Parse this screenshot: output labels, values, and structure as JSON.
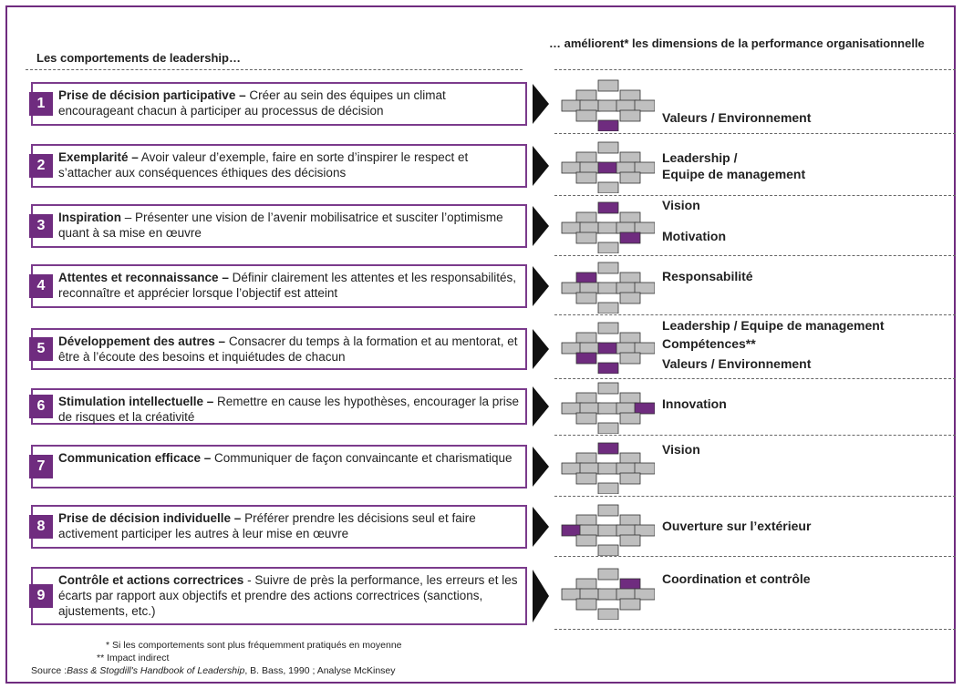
{
  "header": {
    "left_title": "Les comportements de leadership…",
    "right_title": "… améliorent* les dimensions de la performance organisationnelle"
  },
  "colors": {
    "accent": "#6f2c7f",
    "box": "#bfbfbf"
  },
  "behaviors": [
    {
      "number": "1",
      "title": "Prise de décision participative –",
      "desc": " Créer au sein des équipes un climat encourageant chacun à participer au processus de décision",
      "dimensions": [
        "Valeurs / Environnement"
      ],
      "highlight": [
        "bottom-center"
      ]
    },
    {
      "number": "2",
      "title": "Exemplarité –",
      "desc": " Avoir valeur d’exemple, faire en sorte d’inspirer le respect et s’attacher aux conséquences éthiques des décisions",
      "dimensions": [
        "Leadership /",
        "Equipe de management"
      ],
      "highlight": [
        "center"
      ]
    },
    {
      "number": "3",
      "title": "Inspiration",
      "desc": " – Présenter une vision de l’avenir mobilisatrice et susciter l’optimisme quant à sa mise en œuvre",
      "dimensions": [
        "Vision",
        "Motivation"
      ],
      "highlight": [
        "top",
        "bottom-right"
      ]
    },
    {
      "number": "4",
      "title": "Attentes et reconnaissance –",
      "desc": " Définir clairement les attentes et les responsabilités, reconnaître et apprécier lorsque l’objectif est atteint",
      "dimensions": [
        "Responsabilité"
      ],
      "highlight": [
        "top-left"
      ]
    },
    {
      "number": "5",
      "title": "Développement des autres –",
      "desc": " Consacrer du temps à la formation et au mentorat, et être à l’écoute des besoins et inquiétudes de chacun",
      "dimensions": [
        "Leadership / Equipe de management",
        "Compétences**",
        "Valeurs / Environnement"
      ],
      "highlight": [
        "center",
        "bottom-left",
        "bottom-center"
      ]
    },
    {
      "number": "6",
      "title": "Stimulation intellectuelle –",
      "desc": " Remettre en cause les hypothèses, encourager la prise de risques et la créativité",
      "dimensions": [
        "Innovation"
      ],
      "highlight": [
        "right"
      ]
    },
    {
      "number": "7",
      "title": "Communication efficace –",
      "desc": " Communiquer de façon convaincante et charismatique",
      "dimensions": [
        "Vision"
      ],
      "highlight": [
        "top"
      ]
    },
    {
      "number": "8",
      "title": "Prise de décision individuelle –",
      "desc": " Préférer prendre les décisions seul et faire activement participer les autres à leur mise en œuvre",
      "dimensions": [
        "Ouverture sur l’extérieur"
      ],
      "highlight": [
        "left"
      ]
    },
    {
      "number": "9",
      "title": "Contrôle et actions correctrices",
      "desc": " - Suivre de près la performance, les erreurs et les écarts par rapport aux objectifs et prendre des actions correctrices (sanctions, ajustements, etc.)",
      "dimensions": [
        "Coordination et contrôle"
      ],
      "highlight": [
        "top-right"
      ]
    }
  ],
  "footnotes": {
    "note1": "* Si les comportements sont plus fréquemment pratiqués en moyenne",
    "note2": "** Impact indirect",
    "source_prefix": "Source :",
    "source_title": "Bass & Stogdill's Handbook of Leadership",
    "source_rest": ", B. Bass, 1990 ; Analyse McKinsey"
  }
}
